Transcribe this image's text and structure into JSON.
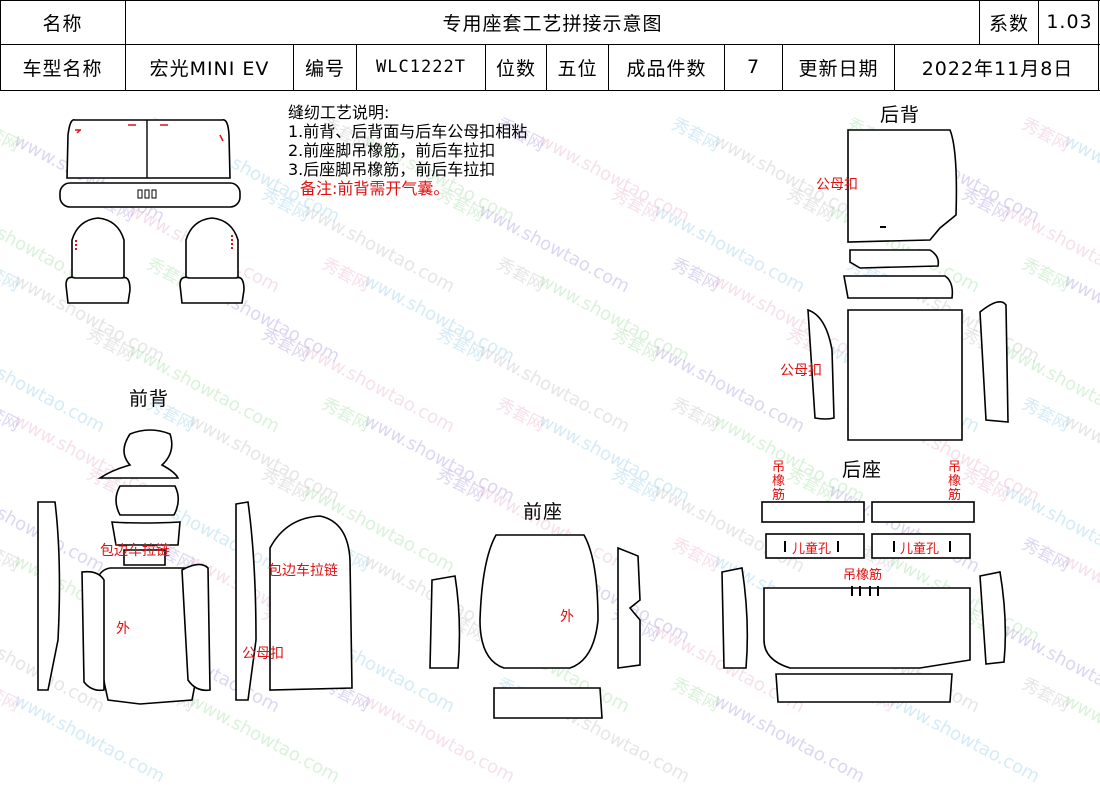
{
  "header": {
    "name_label": "名称",
    "title": "专用座套工艺拼接示意图",
    "coef_label": "系数",
    "coef_value": "1.03",
    "model_label": "车型名称",
    "model_value": "宏光MINI EV",
    "code_label": "编号",
    "code_value": "WLC1222T",
    "seats_label": "位数",
    "seats_value": "五位",
    "pieces_label": "成品件数",
    "pieces_value": "7",
    "date_label": "更新日期",
    "date_value": "2022年11月8日"
  },
  "notes": {
    "heading": "缝纫工艺说明:",
    "lines": [
      "1.前背、后背面与后车公母扣相粘",
      "2.前座脚吊橡筋，前后车拉扣",
      "3.后座脚吊橡筋，前后车拉扣"
    ],
    "remark": "备注:前背需开气囊。"
  },
  "sections": {
    "rear_back": "后背",
    "front_back": "前背",
    "front_seat": "前座",
    "rear_seat": "后座"
  },
  "annotations": {
    "snap_button": "公母扣",
    "zipper_edge": "包边车拉链",
    "outside": "外",
    "elastic_vertical": "吊\n橡\n筋",
    "elastic": "吊橡筋",
    "child_hole": "儿童孔"
  },
  "watermark": {
    "url": "www.showtao.com",
    "brand": "秀套网",
    "colors": [
      "#a08cd8",
      "#88c8e8",
      "#98d898",
      "#e8a8c8",
      "#b8b8b8"
    ]
  }
}
